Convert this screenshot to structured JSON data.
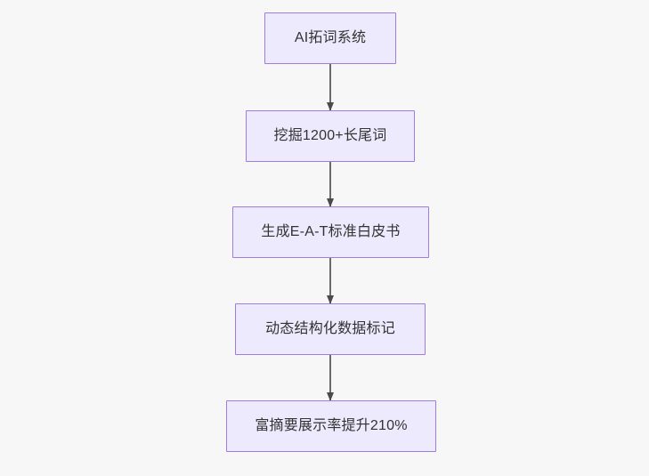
{
  "diagram": {
    "type": "flowchart",
    "direction": "top-to-bottom",
    "background_color": "#f7f7f8",
    "node_fill_color": "#eceafc",
    "node_border_color": "#a27cdb",
    "node_text_color": "#333333",
    "edge_color": "#6b6b6b",
    "nodes": [
      {
        "id": "n0",
        "label": "AI拓词系统"
      },
      {
        "id": "n1",
        "label": "挖掘1200+长尾词"
      },
      {
        "id": "n2",
        "label": "生成E-A-T标准白皮书"
      },
      {
        "id": "n3",
        "label": "动态结构化数据标记"
      },
      {
        "id": "n4",
        "label": "富摘要展示率提升210%"
      }
    ],
    "edges": [
      {
        "from": "n0",
        "to": "n1",
        "label": "",
        "arrow": "arrow-head-down"
      },
      {
        "from": "n1",
        "to": "n2",
        "label": "",
        "arrow": "arrow-head-down"
      },
      {
        "from": "n2",
        "to": "n3",
        "label": "",
        "arrow": "arrow-head-down"
      },
      {
        "from": "n3",
        "to": "n4",
        "label": "",
        "arrow": "arrow-head-down"
      }
    ]
  }
}
